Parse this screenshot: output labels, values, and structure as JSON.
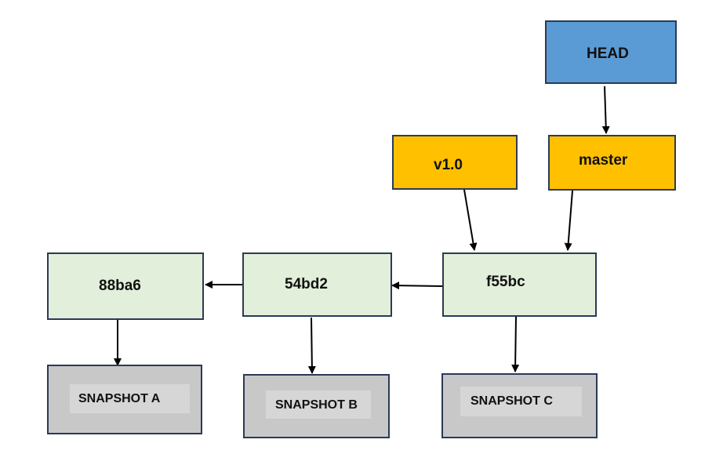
{
  "refs": {
    "head": "HEAD",
    "master": "master",
    "tag": "v1.0"
  },
  "commits": {
    "c1": "88ba6",
    "c2": "54bd2",
    "c3": "f55bc"
  },
  "snapshots": {
    "a": "SNAPSHOT A",
    "b": "SNAPSHOT B",
    "c": "SNAPSHOT C"
  },
  "colors": {
    "head_fill": "#5b9bd5",
    "ref_fill": "#ffc000",
    "commit_fill": "#e2efda",
    "snapshot_fill": "#c8c8c8",
    "border": "#2b3a55",
    "arrow": "#000000"
  }
}
